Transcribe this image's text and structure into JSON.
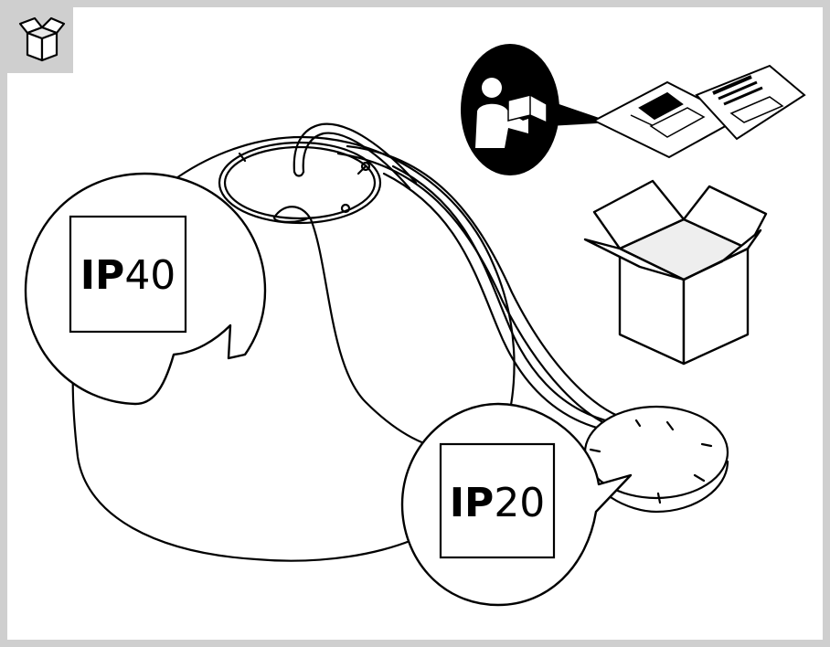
{
  "corner_icon": {
    "icon": "package-box-icon"
  },
  "badges": {
    "ip40": {
      "prefix": "IP",
      "rating": "40"
    },
    "ip20": {
      "prefix": "IP",
      "rating": "20"
    }
  },
  "icons": {
    "read_manual": "person-reading-manual-icon",
    "manual_pages": "instruction-sheets-icon",
    "open_box": "open-box-icon"
  },
  "colors": {
    "line": "#000000",
    "panel": "#ffffff",
    "frame": "#cfcfcf"
  }
}
